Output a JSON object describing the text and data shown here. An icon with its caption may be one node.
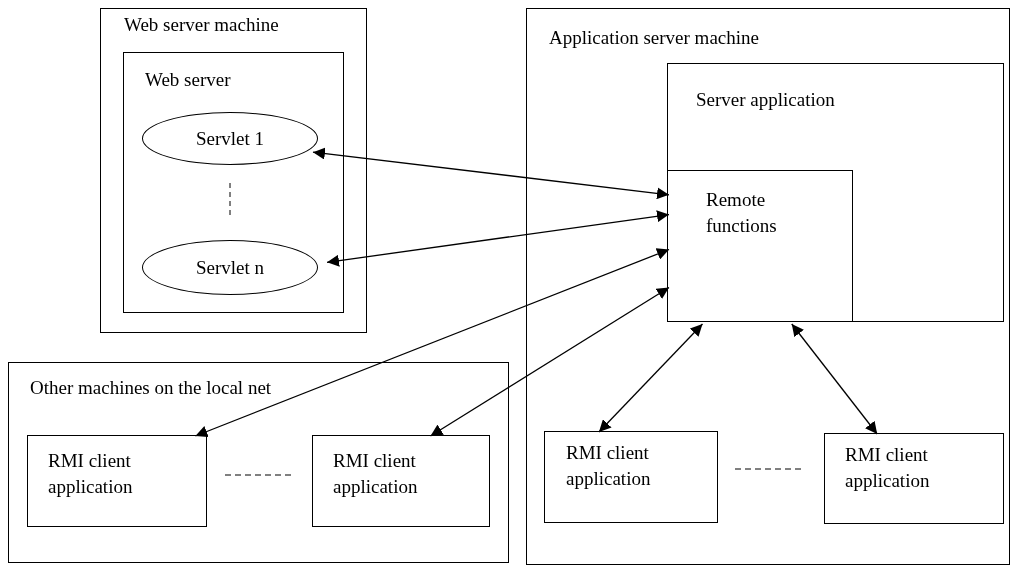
{
  "diagram": {
    "nodes": [
      {
        "text": [
          "Web server machine"
        ]
      },
      {
        "text": [
          "Web server"
        ],
        "in": 0
      },
      {
        "text": [
          "Servlet 1"
        ],
        "in": 1
      },
      {
        "text": [
          "Servlet n"
        ],
        "in": 1
      },
      {
        "text": [
          "Application server machine"
        ]
      },
      {
        "text": [
          "Server application"
        ],
        "in": 4
      },
      {
        "text": [
          "Remote functions"
        ],
        "in": 5
      },
      {
        "text": [
          "RMI client application"
        ],
        "in": 4
      },
      {
        "text": [
          "RMI client application"
        ],
        "in": 4
      },
      {
        "text": [
          "Other machines on the local net"
        ]
      },
      {
        "text": [
          "RMI client application"
        ],
        "in": 9
      },
      {
        "text": [
          "RMI client application"
        ],
        "in": 9
      }
    ],
    "edges": [
      {
        "from": 2,
        "to": 6,
        "arrow": "both"
      },
      {
        "from": 3,
        "to": 6,
        "arrow": "both"
      },
      {
        "from": 6,
        "to": 10,
        "arrow": "both"
      },
      {
        "from": 6,
        "to": 11,
        "arrow": "both"
      },
      {
        "from": 6,
        "to": 7,
        "arrow": "both"
      },
      {
        "from": 6,
        "to": 8,
        "arrow": "both"
      }
    ]
  }
}
